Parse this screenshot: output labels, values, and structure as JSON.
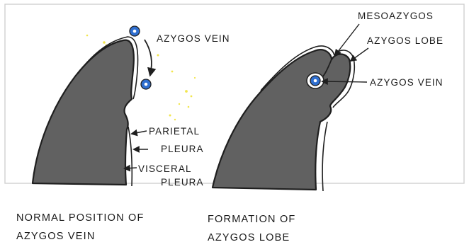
{
  "colors": {
    "lung_fill": "#616161",
    "outline": "#1f1f1f",
    "vein_blue": "#2f6fd0",
    "speckle_yellow": "#f2e64e",
    "frame": "#cfcfcf"
  },
  "left_panel": {
    "labels": {
      "azygos_vein": "AZYGOS VEIN",
      "parietal": "PARIETAL",
      "pleura_1": "PLEURA",
      "visceral": "VISCERAL",
      "pleura_2": "PLEURA"
    },
    "caption": {
      "line1": "NORMAL POSITION OF",
      "line2": "AZYGOS VEIN"
    }
  },
  "right_panel": {
    "labels": {
      "mesoazygos": "MESOAZYGOS",
      "azygos_lobe": "AZYGOS LOBE",
      "azygos_vein": "AZYGOS VEIN"
    },
    "caption": {
      "line1": "FORMATION OF",
      "line2": "AZYGOS LOBE"
    }
  }
}
